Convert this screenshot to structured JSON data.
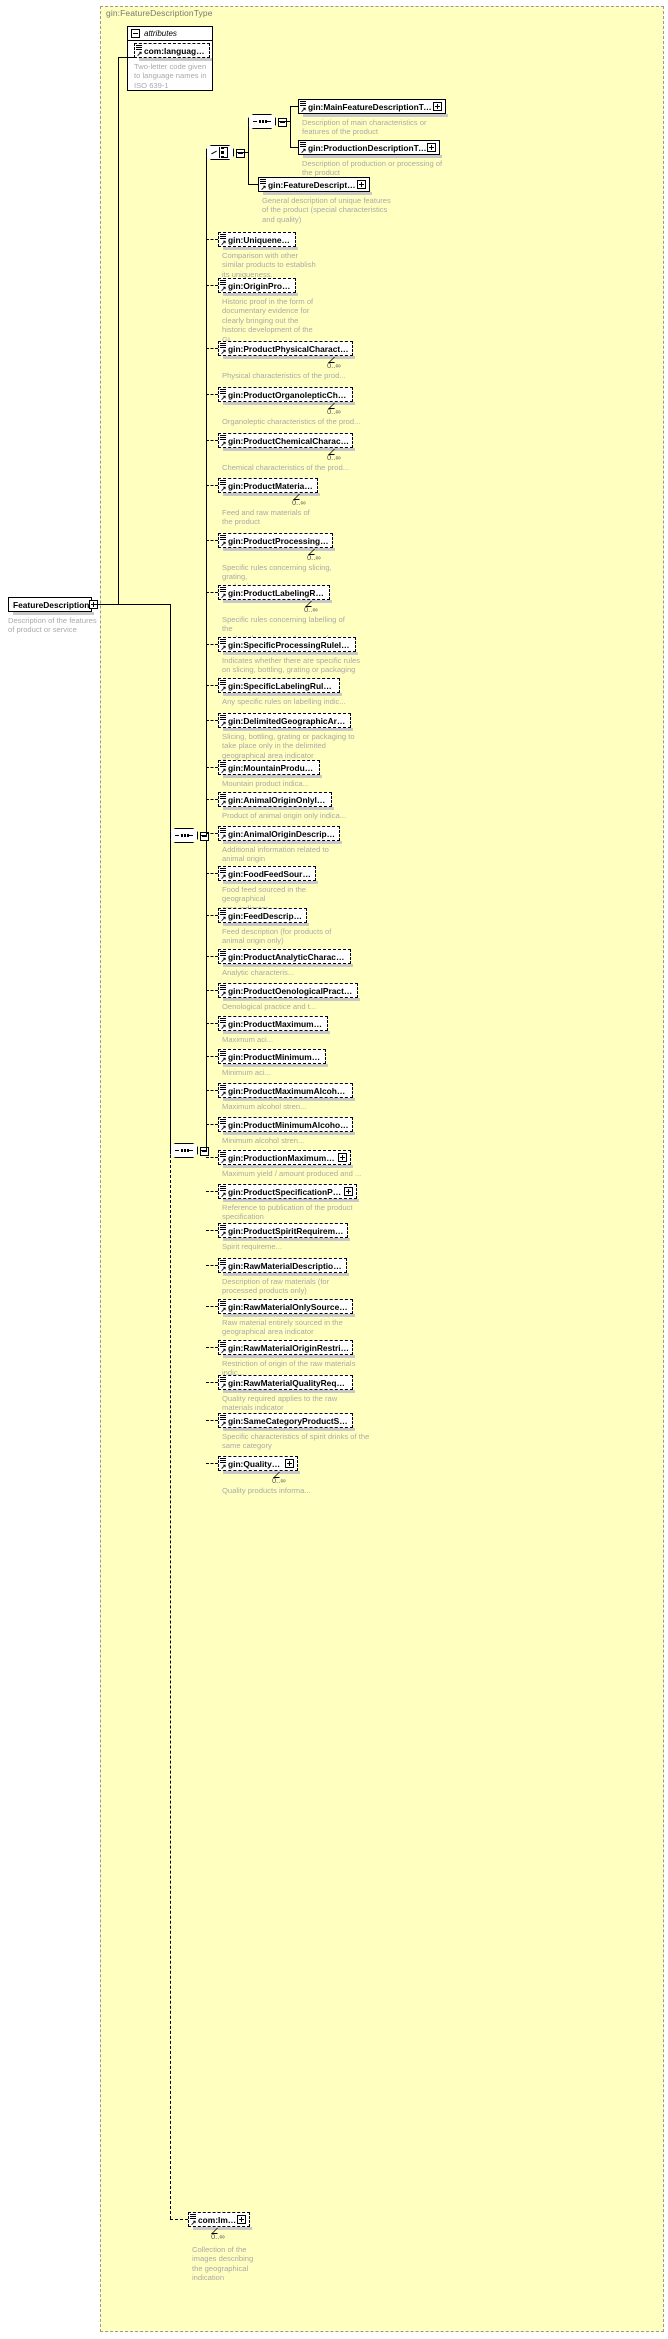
{
  "diagram": {
    "type_title": "gin:FeatureDescriptionType",
    "root": {
      "label": "FeatureDescription",
      "annotation": "Description of the features\nof product or service"
    },
    "attributes_section": {
      "label": "attributes",
      "items": [
        {
          "label": "com:languageCo...",
          "annotation": "Two-letter code given\nto language names in\nISO 639-1"
        }
      ]
    },
    "cardinality_unbounded": "0..∞",
    "choice_group": {
      "sequence_children": [
        {
          "label": "gin:MainFeatureDescriptionText",
          "annotation": "Description of main characteristics or\nfeatures of the product",
          "style": "solid",
          "expander": true
        },
        {
          "label": "gin:ProductionDescriptionText",
          "annotation": "Description of production or processing of\nthe product",
          "style": "solid",
          "expander": true
        }
      ],
      "alternative": {
        "label": "gin:FeatureDescriptionText",
        "annotation": "General description of unique features\nof the product (special characteristics\nand quality)",
        "style": "solid",
        "expander": true
      }
    },
    "elements": [
      {
        "label": "gin:UniquenessTe...",
        "annotation": "Comparison with other\nsimilar products to establish\nits uniqueness.",
        "style": "dashed",
        "expander": false,
        "cardinality": ""
      },
      {
        "label": "gin:OriginProofText",
        "annotation": "Historic proof in the form of\ndocumentary evidence for\nclearly bringing out the\nhistoric development of the\nGI",
        "style": "dashed",
        "expander": false,
        "cardinality": ""
      },
      {
        "label": "gin:ProductPhysicalCharacteristic...",
        "annotation": "Physical characteristics of the prod...",
        "style": "dashed",
        "expander": false,
        "cardinality": "0..∞"
      },
      {
        "label": "gin:ProductOrganolepticCharacter...",
        "annotation": "Organoleptic characteristics of the prod...",
        "style": "dashed",
        "expander": false,
        "cardinality": "0..∞"
      },
      {
        "label": "gin:ProductChemicalCharacteristic...",
        "annotation": "Chemical characteristics of the prod...",
        "style": "dashed",
        "expander": false,
        "cardinality": "0..∞"
      },
      {
        "label": "gin:ProductMaterialText",
        "annotation": "Feed and raw materials of\nthe product",
        "style": "dashed",
        "expander": false,
        "cardinality": "0..∞"
      },
      {
        "label": "gin:ProductProcessingRuleText",
        "annotation": "Specific rules concerning slicing, grating,\npackaging",
        "style": "dashed",
        "expander": false,
        "cardinality": "0..∞"
      },
      {
        "label": "gin:ProductLabelingRuleText",
        "annotation": "Specific rules concerning labelling of the\nproduct the registered name refers to",
        "style": "dashed",
        "expander": false,
        "cardinality": "0..∞"
      },
      {
        "label": "gin:SpecificProcessingRuleIndicator",
        "annotation": "Indicates whether there are specific rules\non slicing, bottling, grating or packaging",
        "style": "dashed",
        "expander": false,
        "cardinality": ""
      },
      {
        "label": "gin:SpecificLabelingRuleIndicator",
        "annotation": "Any specific rules on labelling indic...",
        "style": "dashed",
        "expander": false,
        "cardinality": ""
      },
      {
        "label": "gin:DelimitedGeographicAreaSpe...",
        "annotation": "Slicing, bottling, grating or packaging to\ntake place only in the delimited\ngeographical area indicator",
        "style": "dashed",
        "expander": false,
        "cardinality": ""
      },
      {
        "label": "gin:MountainProductIndicat...",
        "annotation": "Mountain product indica...",
        "style": "dashed",
        "expander": false,
        "cardinality": ""
      },
      {
        "label": "gin:AnimalOriginOnlyIndicator",
        "annotation": "Product of animal origin only indica...",
        "style": "dashed",
        "expander": false,
        "cardinality": ""
      },
      {
        "label": "gin:AnimalOriginDescriptionText",
        "annotation": "Additional information related to\nanimal origin",
        "style": "dashed",
        "expander": false,
        "cardinality": ""
      },
      {
        "label": "gin:FoodFeedSourceIndicat...",
        "annotation": "Food feed sourced in the geographical\narea indicator",
        "style": "dashed",
        "expander": false,
        "cardinality": ""
      },
      {
        "label": "gin:FeedDescriptionText",
        "annotation": "Feed description (for products of\nanimal origin only)",
        "style": "dashed",
        "expander": false,
        "cardinality": ""
      },
      {
        "label": "gin:ProductAnalyticCharacteristic...",
        "annotation": "Analytic characteris...",
        "style": "dashed",
        "expander": false,
        "cardinality": ""
      },
      {
        "label": "gin:ProductOenologicalPracticeText",
        "annotation": "Oenological practice and t...",
        "style": "dashed",
        "expander": false,
        "cardinality": ""
      },
      {
        "label": "gin:ProductMaximumAcidity",
        "annotation": "Maximum aci...",
        "style": "dashed",
        "expander": false,
        "cardinality": ""
      },
      {
        "label": "gin:ProductMinimumAcidi...",
        "annotation": "Minimum aci...",
        "style": "dashed",
        "expander": false,
        "cardinality": ""
      },
      {
        "label": "gin:ProductMaximumAlcoholStre...",
        "annotation": "Maximum alcohol stren...",
        "style": "dashed",
        "expander": false,
        "cardinality": ""
      },
      {
        "label": "gin:ProductMinimumAlcoholStre...",
        "annotation": "Minimum alcohol stren...",
        "style": "dashed",
        "expander": false,
        "cardinality": ""
      },
      {
        "label": "gin:ProductionMaximumAmou...",
        "annotation": "Maximum yield / amount produced and ...",
        "style": "dashed",
        "expander": true,
        "cardinality": ""
      },
      {
        "label": "gin:ProductSpecificationPublicati...",
        "annotation": "Reference to publication of the product\nspecification",
        "style": "dashed",
        "expander": true,
        "cardinality": ""
      },
      {
        "label": "gin:ProductSpiritRequirementText",
        "annotation": "Spirit requireme...",
        "style": "dashed",
        "expander": false,
        "cardinality": ""
      },
      {
        "label": "gin:RawMaterialDescriptionText",
        "annotation": "Description of raw materials (for\nprocessed products only)",
        "style": "dashed",
        "expander": false,
        "cardinality": ""
      },
      {
        "label": "gin:RawMaterialOnlySourceIndica...",
        "annotation": "Raw material entirely sourced in the\ngeographical area indicator",
        "style": "dashed",
        "expander": false,
        "cardinality": ""
      },
      {
        "label": "gin:RawMaterialOriginRestrictionI...",
        "annotation": "Restriction of origin of the raw materials indic...",
        "style": "dashed",
        "expander": false,
        "cardinality": ""
      },
      {
        "label": "gin:RawMaterialQualityRequirem...",
        "annotation": "Quality required applies to the raw\nmaterials indicator",
        "style": "dashed",
        "expander": false,
        "cardinality": ""
      },
      {
        "label": "gin:SameCategoryProductSpecific...",
        "annotation": "Specific characteristics of spirit drinks of the\nsame category",
        "style": "dashed",
        "expander": false,
        "cardinality": ""
      },
      {
        "label": "gin:QualityProduct",
        "annotation": "Quality products informa...",
        "style": "dashed",
        "expander": true,
        "cardinality": "0..∞"
      }
    ],
    "trailing_element": {
      "label": "com:Image",
      "annotation": "Collection of the\nimages describing\nthe geographical\nindication",
      "style": "dashed",
      "expander": true,
      "cardinality": "0..∞"
    }
  }
}
